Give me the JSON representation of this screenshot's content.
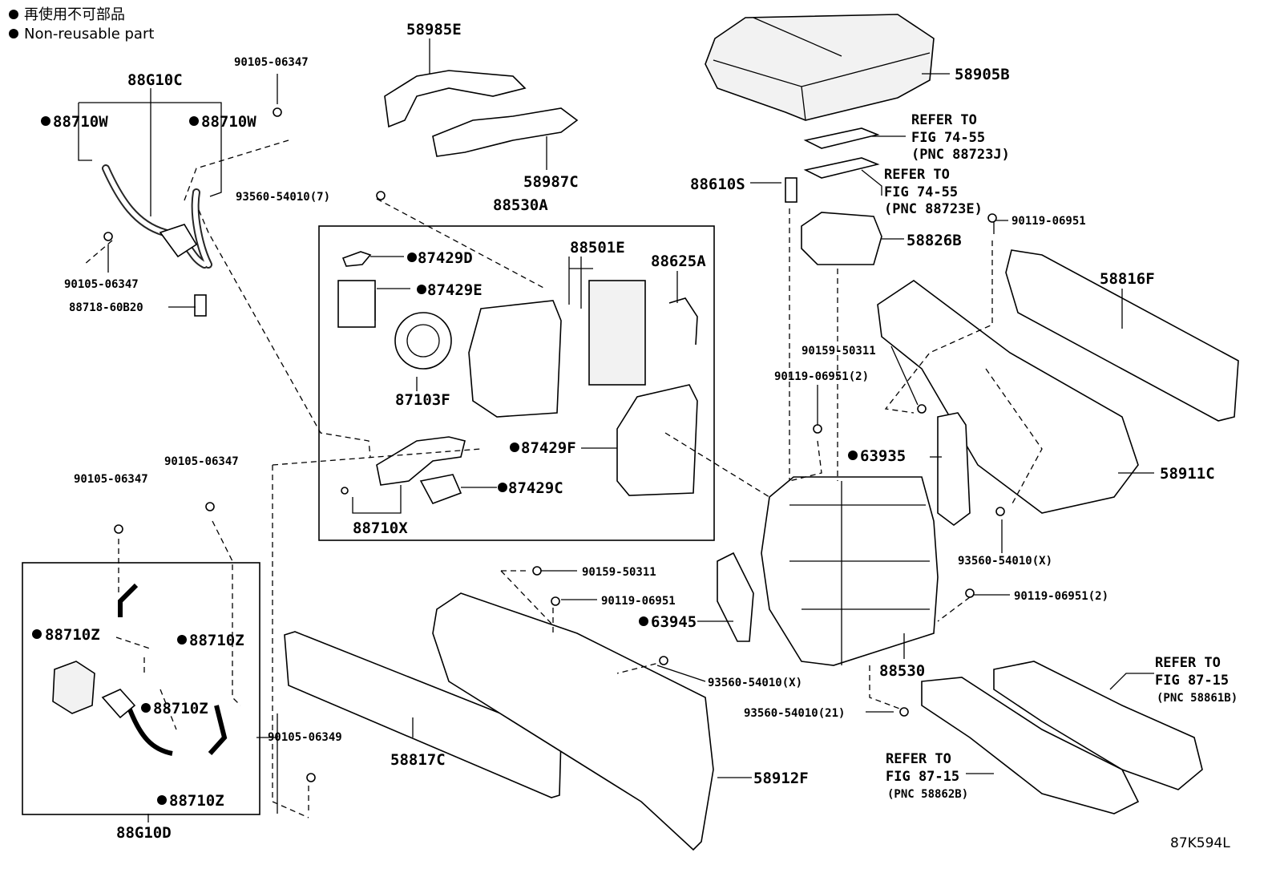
{
  "legend": {
    "line1": "再使用不可部品",
    "line2": "Non-reusable part"
  },
  "figure_code": "87K594L",
  "callouts": {
    "c58985E": "58985E",
    "c58987C": "58987C",
    "c58905B": "58905B",
    "c88G10C": "88G10C",
    "c88710W_a": "88710W",
    "c88710W_b": "88710W",
    "c90105_06347_top": "90105-06347",
    "c90105_06347_left": "90105-06347",
    "c88718_60B20": "88718-60B20",
    "c93560_54010_7": "93560-54010(7)",
    "c88530A": "88530A",
    "c87429D": "87429D",
    "c87429E": "87429E",
    "c88501E": "88501E",
    "c88625A": "88625A",
    "c87103F": "87103F",
    "c87429F": "87429F",
    "c87429C": "87429C",
    "c88710X": "88710X",
    "c88610S": "88610S",
    "c58826B": "58826B",
    "c90119_06951_r": "90119-06951",
    "c58816F": "58816F",
    "c90159_50311_r": "90159-50311",
    "c90119_06951_2a": "90119-06951(2)",
    "c63935": "63935",
    "c58911C": "58911C",
    "c93560_54010_X_r": "93560-54010(X)",
    "c90105_06347_mid": "90105-06347",
    "c90105_06347_low": "90105-06347",
    "c88710Z_a": "88710Z",
    "c88710Z_b": "88710Z",
    "c88710Z_c": "88710Z",
    "c88710Z_d": "88710Z",
    "c88G10D": "88G10D",
    "c90159_50311_m": "90159-50311",
    "c90119_06951_m": "90119-06951",
    "c63945": "63945",
    "c93560_54010_X_m": "93560-54010(X)",
    "c90119_06951_2b": "90119-06951(2)",
    "c88530": "88530",
    "c93560_54010_21": "93560-54010(21)",
    "c90105_06349": "90105-06349",
    "c58817C": "58817C",
    "c58912F": "58912F"
  },
  "references": {
    "r1_line1": "REFER TO",
    "r1_line2": "FIG 74-55",
    "r1_line3": "(PNC 88723J)",
    "r2_line1": "REFER TO",
    "r2_line2": "FIG 74-55",
    "r2_line3": "(PNC 88723E)",
    "r3_line1": "REFER TO",
    "r3_line2": "FIG 87-15",
    "r3_line3": "(PNC 58861B)",
    "r4_line1": "REFER TO",
    "r4_line2": "FIG 87-15",
    "r4_line3": "(PNC 58862B)"
  }
}
